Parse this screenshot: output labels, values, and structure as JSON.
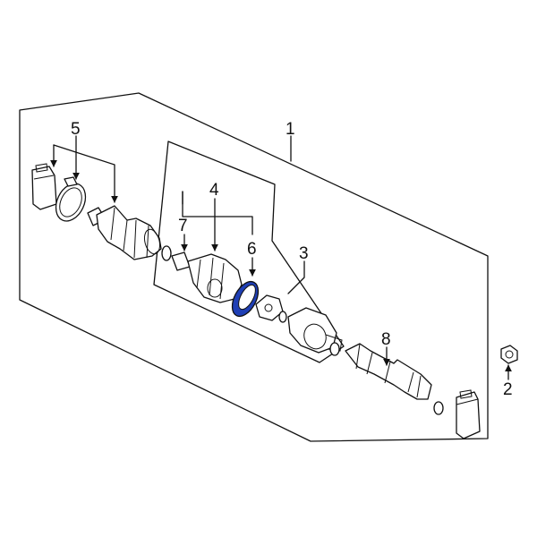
{
  "callouts": {
    "c1": "1",
    "c2": "2",
    "c3": "3",
    "c4": "4",
    "c5": "5",
    "c6": "6",
    "c7": "7",
    "c8": "8"
  },
  "highlight": {
    "part": "6",
    "color": "#1f3fb5"
  }
}
